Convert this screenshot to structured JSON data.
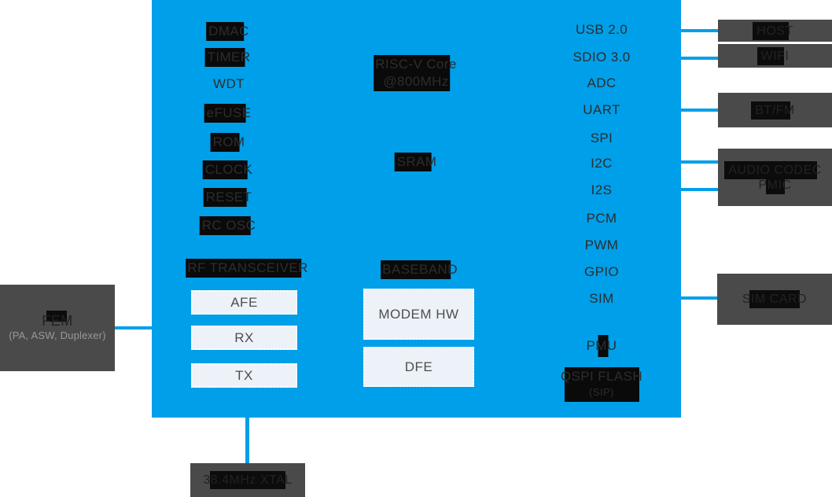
{
  "chip": {
    "left_blocks": [
      "DMAC",
      "TIMER",
      "WDT",
      "eFUSE",
      "ROM",
      "CLOCK",
      "RESET",
      "RC OSC"
    ],
    "core": {
      "line1": "RISC-V Core",
      "line2": "@800MHz"
    },
    "sram_label": "SRAM",
    "rf_transceiver": {
      "title": "RF TRANSCEIVER",
      "sub_blocks": [
        "AFE",
        "RX",
        "TX"
      ]
    },
    "baseband": {
      "title": "BASEBAND",
      "sub_blocks": [
        "MODEM HW",
        "DFE"
      ]
    },
    "right_blocks": [
      "USB 2.0",
      "SDIO 3.0",
      "ADC",
      "UART",
      "SPI",
      "I2C",
      "I2S",
      "PCM",
      "PWM",
      "GPIO",
      "SIM"
    ],
    "pmu_label": "PMU",
    "qspi_flash": {
      "line1": "QSPI FLASH",
      "line2": "(SIP)"
    }
  },
  "external_blocks": {
    "host": "HOST",
    "wifi": "WIFI",
    "bt_fm": "BT/FM",
    "audio_codec_pmic": {
      "line1": "AUDIO CODEC",
      "line2": "PMIC"
    },
    "sim_card": "SIM CARD",
    "fem": {
      "line1": "FEM",
      "line2": "(PA, ASW, Duplexer)"
    },
    "xtal": "38.4MHz XTAL"
  },
  "colors": {
    "chip_background": "#009FE9",
    "external_block_background": "#4A4A4A",
    "label_highlight": "#0A0A0A",
    "label_text": "#2D2D2D",
    "connector": "#009FE9",
    "sub_block_background": "#ECF2F8"
  }
}
